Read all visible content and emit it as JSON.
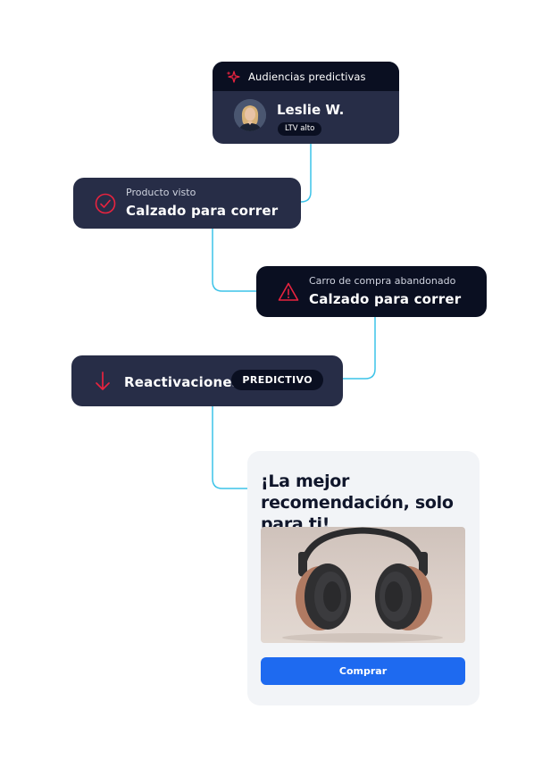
{
  "audience_card": {
    "header": "Audiencias predictivas",
    "user_name": "Leslie W.",
    "badge": "LTV alto"
  },
  "events": [
    {
      "label": "Producto visto",
      "value": "Calzado para correr",
      "icon": "check-circle-icon"
    },
    {
      "label": "Carro de compra abandonado",
      "value": "Calzado para correr",
      "icon": "warning-triangle-icon"
    },
    {
      "value": "Reactivaciones",
      "pill": "PREDICTIVO",
      "icon": "arrow-down-icon"
    }
  ],
  "recommendation": {
    "title": "¡La mejor recomendación, solo para ti!",
    "button_label": "Comprar",
    "image": "headphones-image"
  },
  "colors": {
    "card_dark": "#272d47",
    "card_black": "#0a0f21",
    "accent_red": "#e8233f",
    "connector": "#3cc3e8",
    "button_blue": "#1e6af0"
  }
}
